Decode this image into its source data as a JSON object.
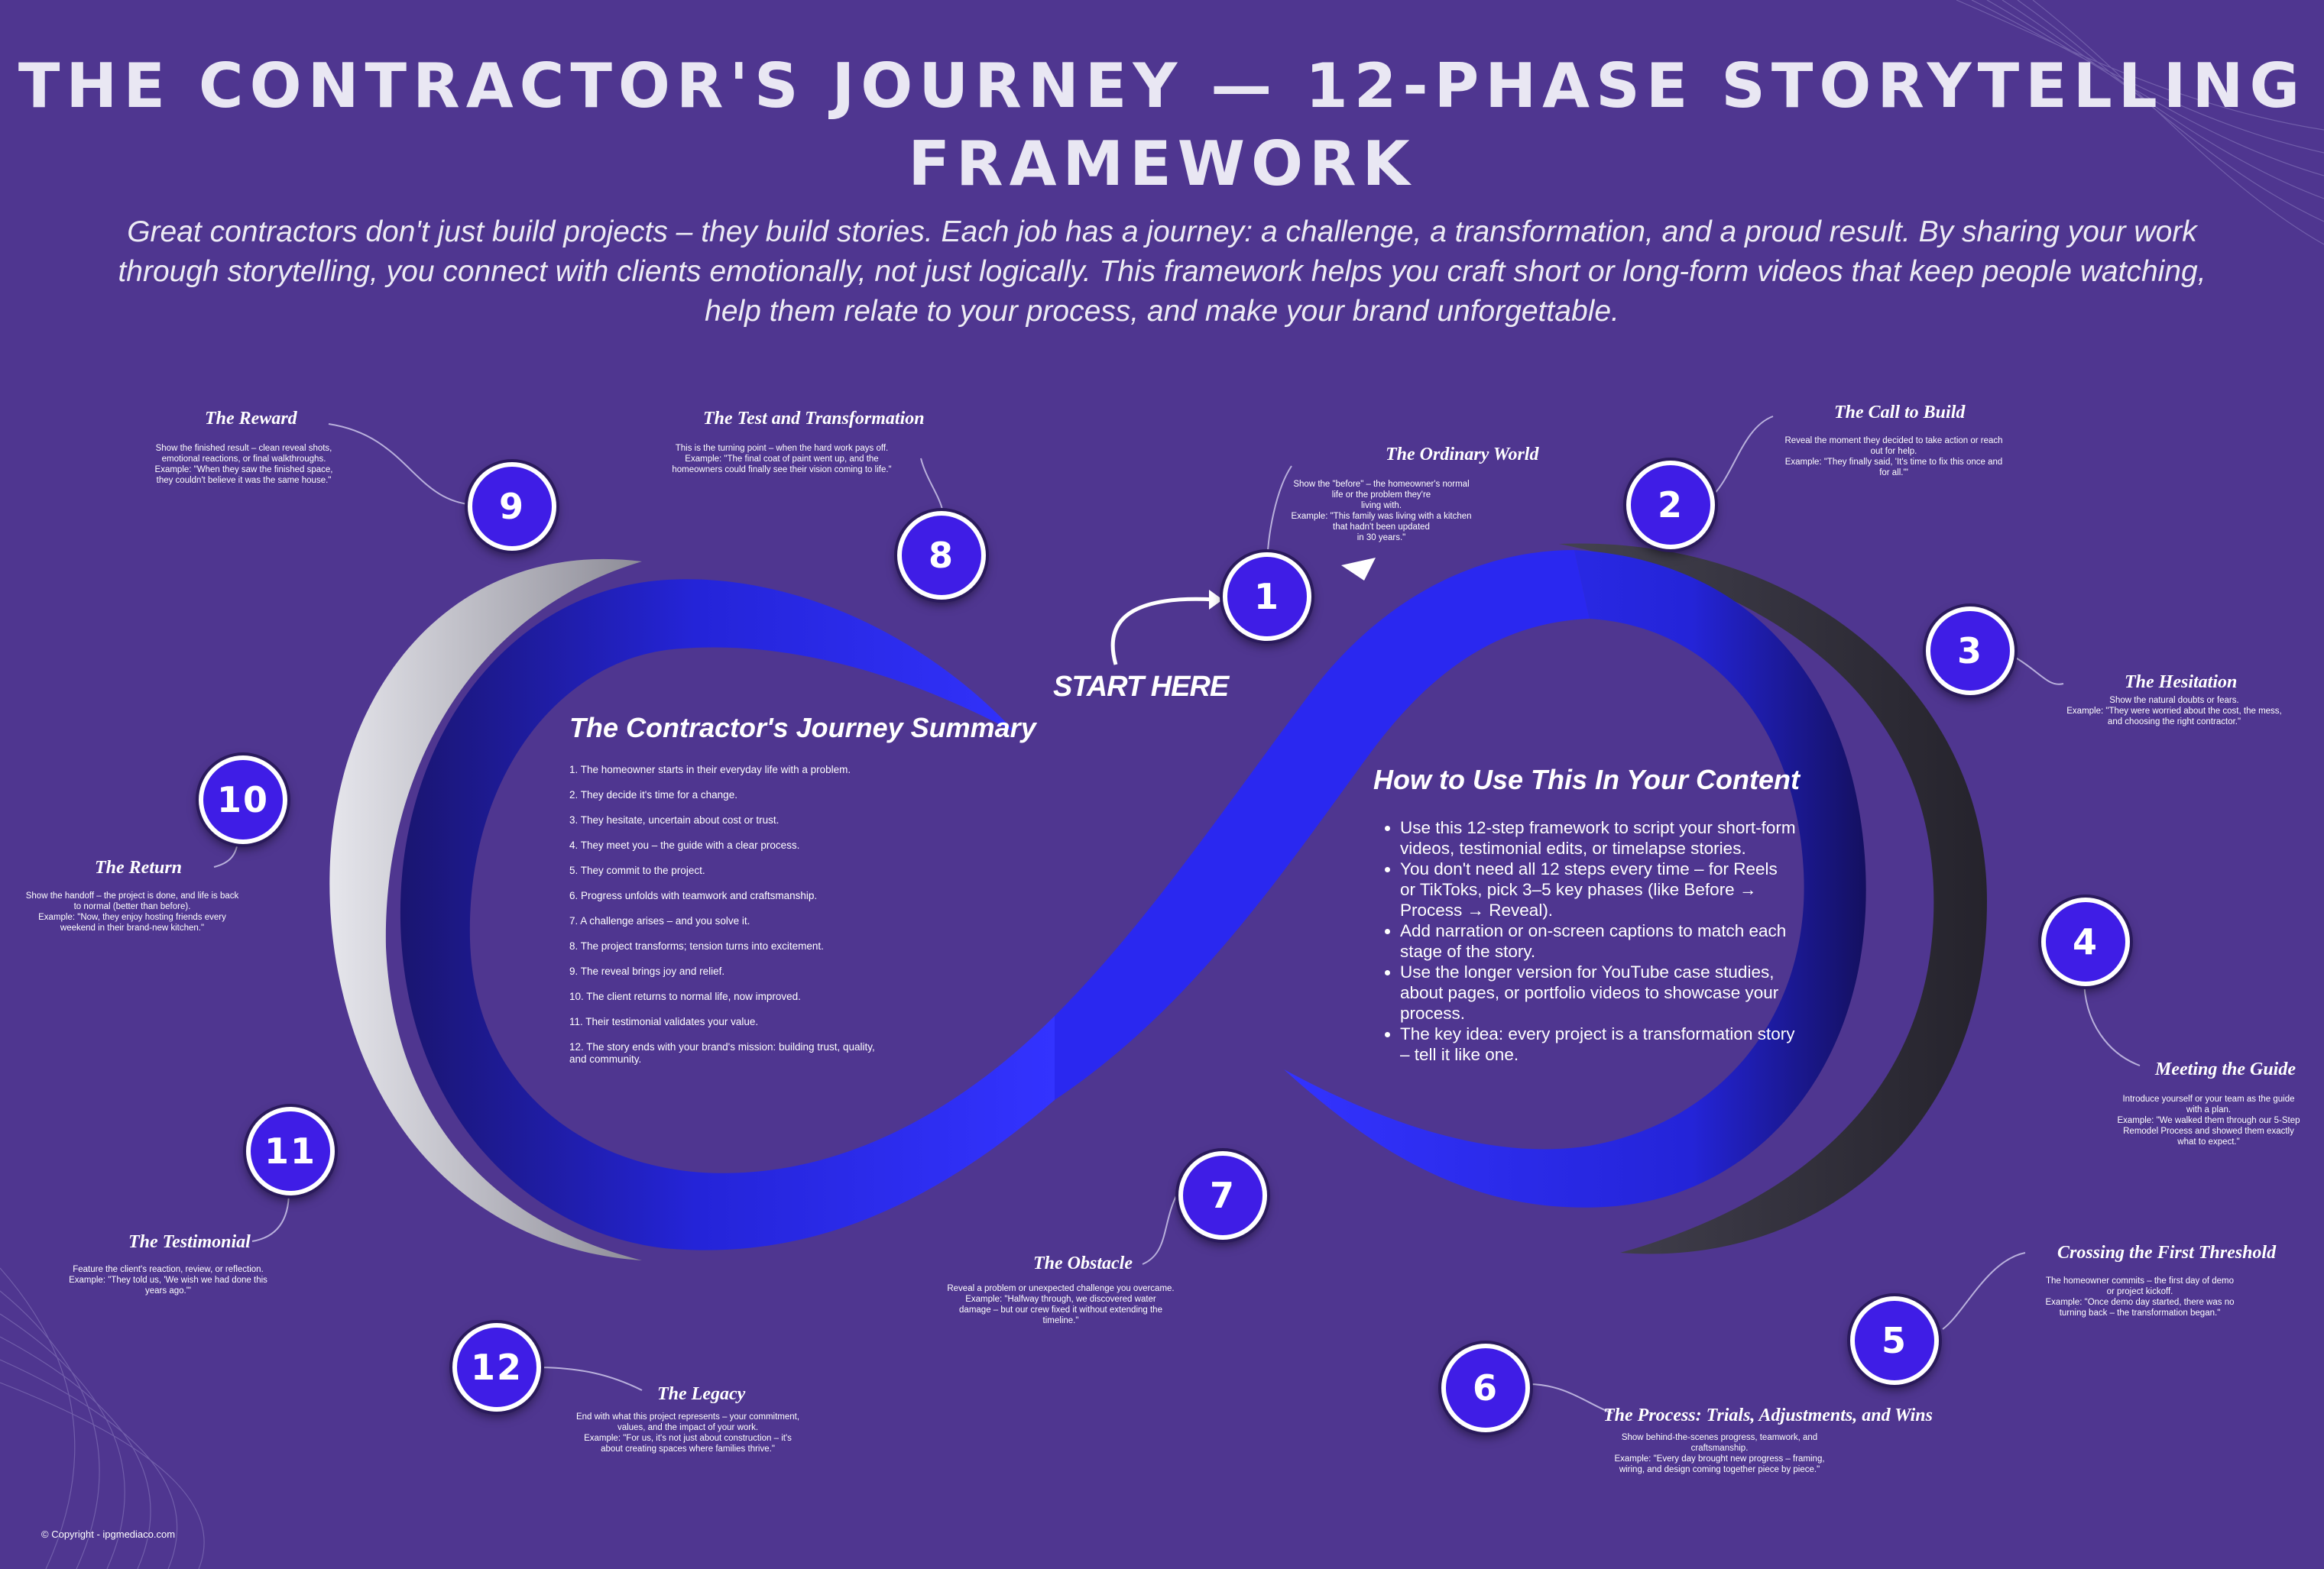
{
  "title": "THE CONTRACTOR'S JOURNEY — 12-PHASE STORYTELLING FRAMEWORK",
  "intro": "Great contractors don't just build projects – they build stories. Each job has a journey: a challenge, a transformation, and a proud result. By sharing your work through storytelling, you connect with clients emotionally, not just logically. This framework helps you craft short or long-form videos that keep people watching, help them relate to your process, and make your brand unforgettable.",
  "start_label": "START HERE",
  "phases": [
    {
      "num": "1",
      "title": "The Ordinary World",
      "desc": [
        "Show the \"before\" – the homeowner's normal life or the problem they're",
        "living with.",
        "Example: \"This family was living with a kitchen that hadn't been updated",
        "in 30 years.\""
      ]
    },
    {
      "num": "2",
      "title": "The Call to Build",
      "desc": [
        "Reveal the moment they decided to take action or reach out for help.",
        "Example: \"They finally said, 'It's time to fix this once and for all.'\""
      ]
    },
    {
      "num": "3",
      "title": "The Hesitation",
      "desc": [
        "Show the natural doubts or fears.",
        "Example: \"They were worried about the cost, the mess,",
        "and choosing the right contractor.\""
      ]
    },
    {
      "num": "4",
      "title": "Meeting the Guide",
      "desc": [
        "Introduce yourself or your team as the guide",
        "with a plan.",
        "Example: \"We walked them through our 5-Step",
        "Remodel Process and showed them exactly",
        "what to expect.\""
      ]
    },
    {
      "num": "5",
      "title": "Crossing the First Threshold",
      "desc": [
        "The homeowner commits – the first day of demo",
        "or project kickoff.",
        "Example: \"Once demo day started, there was no",
        "turning back – the transformation began.\""
      ]
    },
    {
      "num": "6",
      "title": "The Process: Trials, Adjustments, and Wins",
      "desc": [
        "Show behind-the-scenes progress, teamwork, and",
        "craftsmanship.",
        "Example: \"Every day brought new progress – framing,",
        "wiring, and design coming together piece by piece.\""
      ]
    },
    {
      "num": "7",
      "title": "The Obstacle",
      "desc": [
        "Reveal a problem or unexpected challenge you overcame.",
        "Example: \"Halfway through, we discovered water",
        "damage – but our crew fixed it without extending the",
        "timeline.\""
      ]
    },
    {
      "num": "8",
      "title": "The Test and Transformation",
      "desc": [
        "This is the turning point – when the hard work pays off.",
        "Example: \"The final coat of paint went up, and the",
        "homeowners could finally see their vision coming to life.\""
      ]
    },
    {
      "num": "9",
      "title": "The Reward",
      "desc": [
        "Show the finished result – clean reveal shots,",
        "emotional reactions, or final walkthroughs.",
        "Example: \"When they saw the finished space,",
        "they couldn't believe it was the same house.\""
      ]
    },
    {
      "num": "10",
      "title": "The Return",
      "desc": [
        "Show the handoff – the project is done, and life is back",
        "to normal (better than before).",
        "Example: \"Now, they enjoy hosting friends every",
        "weekend in their brand-new kitchen.\""
      ]
    },
    {
      "num": "11",
      "title": "The Testimonial",
      "desc": [
        "Feature the client's reaction, review, or reflection.",
        "Example: \"They told us, 'We wish we had done this",
        "years ago.'\""
      ]
    },
    {
      "num": "12",
      "title": "The Legacy",
      "desc": [
        "End with what this project represents – your commitment,",
        "values, and the impact of your work.",
        "Example: \"For us, it's not just about construction – it's",
        "about creating spaces where families thrive.\""
      ]
    }
  ],
  "summary": {
    "title": "The Contractor's Journey Summary",
    "items": [
      "1. The homeowner starts in their everyday life with a problem.",
      "2. They decide it's time for a change.",
      "3. They hesitate, uncertain about cost or trust.",
      "4. They meet you – the guide with a clear process.",
      "5. They commit to the project.",
      "6. Progress unfolds with teamwork and craftsmanship.",
      "7. A challenge arises – and you solve it.",
      "8. The project transforms; tension turns into excitement.",
      "9. The reveal brings joy and relief.",
      "10. The client returns to normal life, now improved.",
      "11. Their testimonial validates your value.",
      "12. The story ends with your brand's mission: building trust, quality, and community."
    ]
  },
  "howto": {
    "title": "How to Use This In Your Content",
    "items": [
      "Use this 12-step framework to script your short-form videos, testimonial edits, or timelapse stories.",
      "You don't need all 12 steps every time – for Reels or TikToks, pick 3–5 key phases (like Before → Process → Reveal).",
      "Add narration or on-screen captions to match each stage of the story.",
      "Use the longer version for YouTube case studies, about pages, or portfolio videos to showcase your process.",
      "The key idea: every project is a transformation story – tell it like one."
    ]
  },
  "copyright": "Copyright - ipgmediaco.com",
  "colors": {
    "background": "#4f3690",
    "ribbon": "#2a28f0",
    "circle": "#3f1de6",
    "grey_band": "#c9c9d3",
    "dark_band": "#2d2b35"
  }
}
